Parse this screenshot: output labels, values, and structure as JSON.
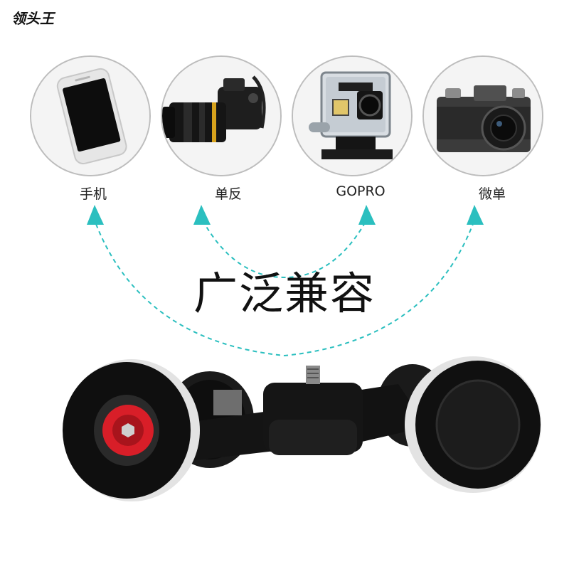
{
  "brand": {
    "logo_text": "领头王"
  },
  "devices": [
    {
      "label": "手机",
      "icon": "smartphone-icon"
    },
    {
      "label": "单反",
      "icon": "dslr-camera-icon"
    },
    {
      "label": "GOPRO",
      "icon": "action-camera-icon"
    },
    {
      "label": "微单",
      "icon": "mirrorless-camera-icon"
    }
  ],
  "headline": "广泛兼容",
  "colors": {
    "accent": "#2bbfbf",
    "product": "#111111",
    "knob": "#d81e28"
  }
}
